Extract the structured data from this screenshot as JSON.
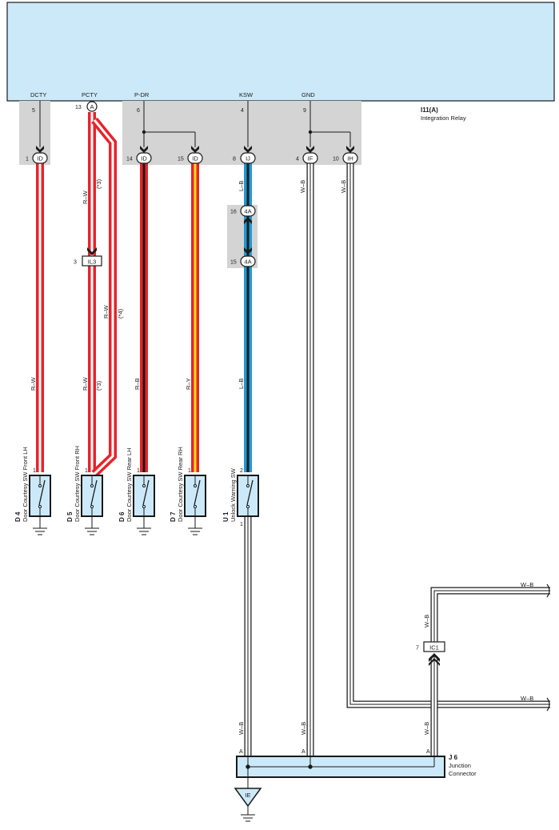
{
  "relay": {
    "ref": "I11(A)",
    "name": "Integration Relay",
    "terminals": [
      {
        "name": "DCTY",
        "pin": "5"
      },
      {
        "name": "PCTY",
        "pin": "13",
        "joint": "A"
      },
      {
        "name": "P-DR",
        "pin": "6"
      },
      {
        "name": "KSW",
        "pin": "4"
      },
      {
        "name": "GND",
        "pin": "9"
      }
    ]
  },
  "inline_connectors": [
    {
      "pin": "1",
      "code": "ID"
    },
    {
      "pin": "14",
      "code": "ID"
    },
    {
      "pin": "15",
      "code": "ID"
    },
    {
      "pin": "8",
      "code": "IJ"
    },
    {
      "pin": "4",
      "code": "IF"
    },
    {
      "pin": "10",
      "code": "IH"
    }
  ],
  "junction_4a": [
    {
      "pin": "16",
      "code": "4A"
    },
    {
      "pin": "15",
      "code": "4A"
    }
  ],
  "il3": {
    "pin": "3",
    "code": "IL3"
  },
  "ic1": {
    "pin": "7",
    "code": "IC1"
  },
  "wires": {
    "dcty": "R–W",
    "pcty_a": "R–W",
    "pcty_a_note": "(*3)",
    "pcty_b": "R–W",
    "pcty_b_note": "(*4)",
    "pcty_c": "R–W",
    "pcty_c_note": "(*3)",
    "pdr": "R–B",
    "d7": "R–Y",
    "ksw_top": "L–B",
    "ksw_bottom": "L–B",
    "gnd_if": "W–B",
    "gnd_ih": "W–B",
    "ic1_up": "W–B",
    "out_top": "W–B",
    "out_bottom": "W–B",
    "j6_left": "W–B",
    "j6_mid": "W–B",
    "j6_right": "W–B"
  },
  "switches": [
    {
      "ref": "D 4",
      "name": "Door Courtesy SW Front LH",
      "pin": "1"
    },
    {
      "ref": "D 5",
      "name": "Door Courtesy SW Front RH",
      "pin": "1"
    },
    {
      "ref": "D 6",
      "name": "Door Courtesy SW Rear LH",
      "pin": "1"
    },
    {
      "ref": "D 7",
      "name": "Door Courtesy SW Rear RH",
      "pin": "1"
    },
    {
      "ref": "U 1",
      "name": "Unlock Warning SW",
      "pin": "2",
      "pin2": "1"
    }
  ],
  "junction": {
    "ref": "J 6",
    "name_line1": "Junction",
    "name_line2": "Connector",
    "pins": [
      "A",
      "A",
      "A"
    ]
  },
  "ground_point": "IE",
  "colors": {
    "module_fill": "#cce9f9",
    "shade": "#d4d4d4",
    "red": "#e8232a",
    "yellow": "#f7e21c",
    "blue": "#1f9ad6",
    "wire_black": "#1a1a1a"
  }
}
